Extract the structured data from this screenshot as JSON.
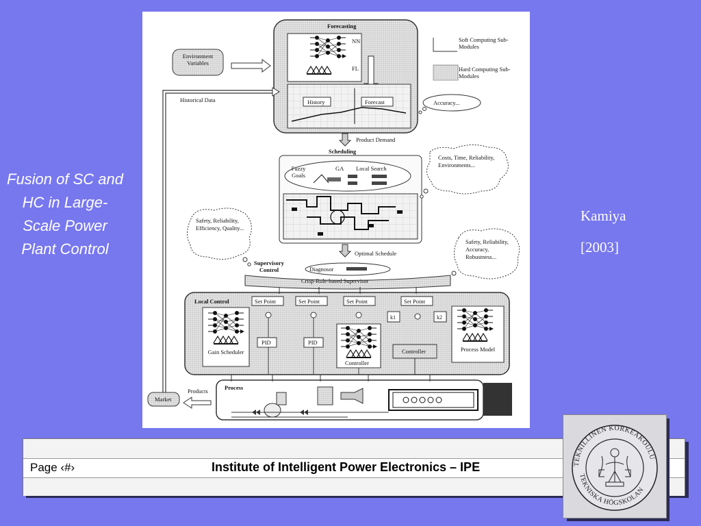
{
  "slide": {
    "title": "Fusion of SC and HC in Large-Scale Power Plant Control",
    "citation_author": "Kamiya",
    "citation_year": "[2003]"
  },
  "figure": {
    "forecasting": {
      "title": "Forecasting",
      "nn": "NN",
      "fl": "FL",
      "history": "History",
      "forecast": "Forecast",
      "accuracy": "Accuracy..."
    },
    "environment_variables": "Environment Variables",
    "historical_data": "Historical Data",
    "legend": {
      "soft": "Soft Computing Sub-Modules",
      "hard": "Hard Computing Sub-Modules"
    },
    "product_demand": "Product Demand",
    "scheduling": {
      "title": "Scheduling",
      "fuzzy_goals": "Fuzzy Goals",
      "ga": "GA",
      "local_search": "Local Search",
      "thought": "Costs, Time, Reliability, Environments..."
    },
    "thought_left": "Safety, Reliability, Efficiency, Quality...",
    "thought_right": "Safety, Reliability, Accuracy, Robustness...",
    "optimal_schedule": "Optimal Schedule",
    "supervisory": {
      "title": "Supervisory Control",
      "diagnosor": "Diagnosor",
      "crisp": "Crisp-Rule-based Supervisor"
    },
    "local_control": {
      "title": "Local Control",
      "set_point": "Set Point",
      "pid": "PID",
      "gain_scheduler": "Gain Scheduler",
      "controller": "Controller",
      "process_model": "Process Model",
      "k1": "k1",
      "k2": "k2"
    },
    "process": "Process",
    "products": "Products",
    "market": "Market"
  },
  "footer": {
    "page_label": "Page  ‹#›",
    "institute": "Institute of Intelligent Power Electronics – IPE"
  },
  "logo": {
    "seal_top": "TEKNILLINEN KORKEAKOULU",
    "seal_bottom": "TEKNISKA HÖGSKOLAN"
  },
  "colors": {
    "background": "#7777ee",
    "title_text": "#ffffff",
    "footer_band": "#ececec"
  }
}
